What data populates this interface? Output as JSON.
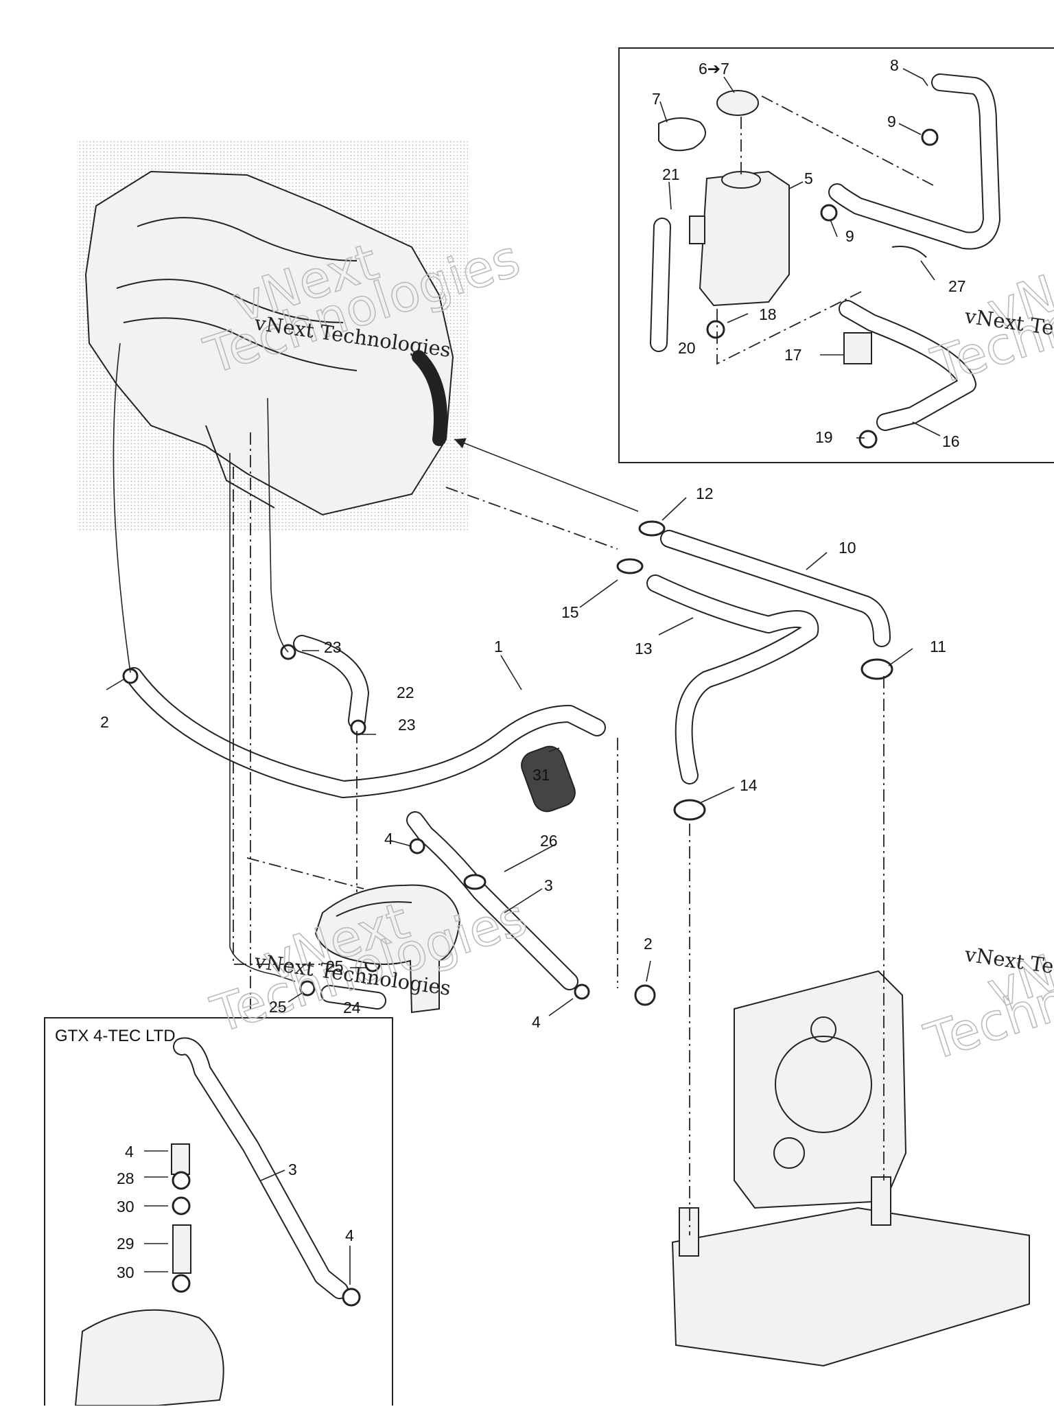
{
  "callouts": [
    "1",
    "2",
    "2",
    "3",
    "3",
    "4",
    "4",
    "4",
    "4",
    "5",
    "6➔7",
    "7",
    "8",
    "9",
    "9",
    "10",
    "11",
    "12",
    "13",
    "14",
    "15",
    "16",
    "17",
    "18",
    "19",
    "20",
    "21",
    "22",
    "23",
    "23",
    "24",
    "25",
    "25",
    "26",
    "27",
    "28",
    "29",
    "30",
    "30",
    "31"
  ],
  "inset": {
    "title": "GTX 4-TEC LTD"
  },
  "watermarks": {
    "company": "vNext Technologies",
    "big_line1": "vNext",
    "big_line2": "Technologies"
  }
}
